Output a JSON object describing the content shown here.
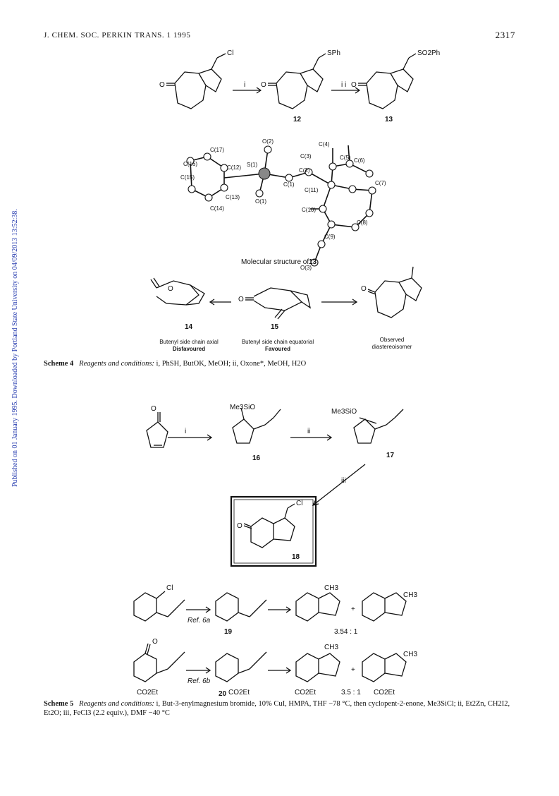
{
  "header": {
    "journal": "J. CHEM. SOC. PERKIN TRANS. 1 1995",
    "page": "2317"
  },
  "sidebar": {
    "published": "Published on 01 January 1995. Downloaded by Portland State University on 04/09/2013 13:52:38."
  },
  "scheme4": {
    "reagent_i": "i",
    "reagent_ii": "i i",
    "compounds": {
      "c12": "12",
      "c13": "13",
      "c14": "14",
      "c15": "15"
    },
    "sub_cl": "Cl",
    "sub_sph": "SPh",
    "sub_so2ph": "SO2Ph",
    "xray_caption": "Molecular structure of",
    "xray_compound": "13",
    "atoms": [
      "C(17)",
      "S(1)",
      "O(2)",
      "C(4)",
      "C(3)",
      "C(5)",
      "C(6)",
      "C(16)",
      "C(12)",
      "C(2)",
      "C(15)",
      "C(1)",
      "C(11)",
      "C(7)",
      "O(1)",
      "C(13)",
      "C(14)",
      "C(10)",
      "C(8)",
      "C(9)",
      "O(3)"
    ],
    "label_14_line1": "Butenyl side chain axial",
    "label_14_line2": "Disfavoured",
    "label_15_line1": "Butenyl side chain equatorial",
    "label_15_line2": "Favoured",
    "label_obs_line1": "Observed",
    "label_obs_line2": "diastereoisomer",
    "caption_label": "Scheme 4",
    "caption_text": "Reagents and conditions:",
    "caption_body": " i, PhSH, ButOK, MeOH; ii, Oxone*, MeOH, H2O"
  },
  "scheme5": {
    "reagent_i": "i",
    "reagent_ii": "ii",
    "reagent_iii": "iii",
    "me3sio": "Me3SiO",
    "compounds": {
      "c16": "16",
      "c17": "17",
      "c18": "18",
      "c19": "19",
      "c20": "20"
    },
    "ref_a": "Ref. 6a",
    "ref_b": "Ref. 6b",
    "ratio_a": "3.54 : 1",
    "ratio_b": "3.5 : 1",
    "co2et": "CO2Et",
    "ch3": "CH3",
    "caption_label": "Scheme 5",
    "caption_text": "Reagents and conditions:",
    "caption_body": " i, But-3-enylmagnesium bromide, 10% CuI, HMPA, THF −78 °C, then cyclopent-2-enone, Me3SiCl; ii, Et2Zn, CH2I2, Et2O; iii, FeCl3 (2.2 equiv.), DMF −40 °C"
  }
}
